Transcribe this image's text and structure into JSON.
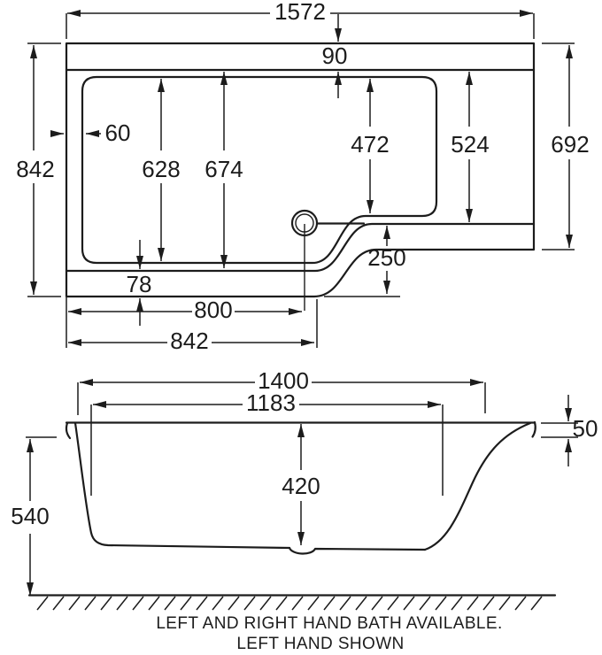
{
  "top_view": {
    "overall_length": "1572",
    "rim_width_top": "90",
    "basin_inset_left": "60",
    "basin_internal_depth": "628",
    "rim_internal_depth": "674",
    "shower_basin_depth": "472",
    "shower_rim_depth": "524",
    "overall_width": "842",
    "shower_end_width": "692",
    "step_depth": "250",
    "rim_width_bottom": "78",
    "waste_centre_offset": "800",
    "wide_section_length": "842"
  },
  "side_view": {
    "internal_length_top": "1400",
    "internal_length_bottom": "1183",
    "rim_lip_depth": "50",
    "internal_depth": "420",
    "overall_height": "540"
  },
  "caption": {
    "line1": "LEFT AND RIGHT HAND BATH AVAILABLE.",
    "line2": "LEFT HAND SHOWN"
  },
  "colors": {
    "line": "#1c1c1c",
    "background": "#ffffff"
  }
}
